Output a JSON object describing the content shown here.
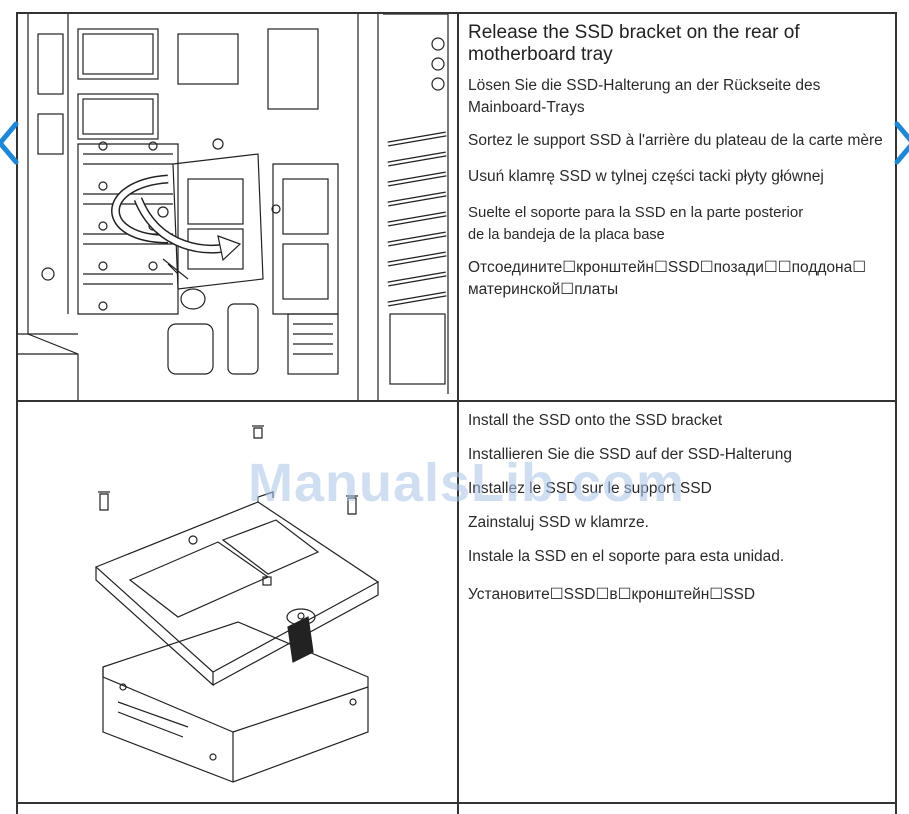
{
  "step1": {
    "heading": "Release the SSD bracket on the rear of motherboard tray",
    "de": "Lösen Sie die SSD-Halterung an der Rückseite des Mainboard-Trays",
    "fr": "Sortez le support SSD à l'arrière du plateau de la carte mère",
    "pl": "Usuń klamrę SSD w tylnej części tacki płyty głównej",
    "es_line1": "Suelte el soporte para la SSD en la parte posterior",
    "es_line2": "de la bandeja de la placa base",
    "ru": "Отсоедините☐кронштейн☐SSD☐позади☐☐поддона☐ материнской☐платы"
  },
  "step2": {
    "heading": "Install the SSD onto the SSD bracket",
    "de": "Installieren Sie die SSD auf der SSD-Halterung",
    "fr": "Installez le SSD sur le support SSD",
    "pl": "Zainstaluj SSD w klamrze.",
    "es": "Instale la SSD en el soporte para esta unidad.",
    "ru": "Установите☐SSD☐в☐кронштейн☐SSD"
  },
  "watermark": "ManualsLib.com",
  "icons": {
    "prev": "chevron-left-icon",
    "next": "chevron-right-icon"
  },
  "colors": {
    "nav_arrow": "#1e88d6",
    "watermark": "#a8c4e6",
    "border": "#333333"
  }
}
